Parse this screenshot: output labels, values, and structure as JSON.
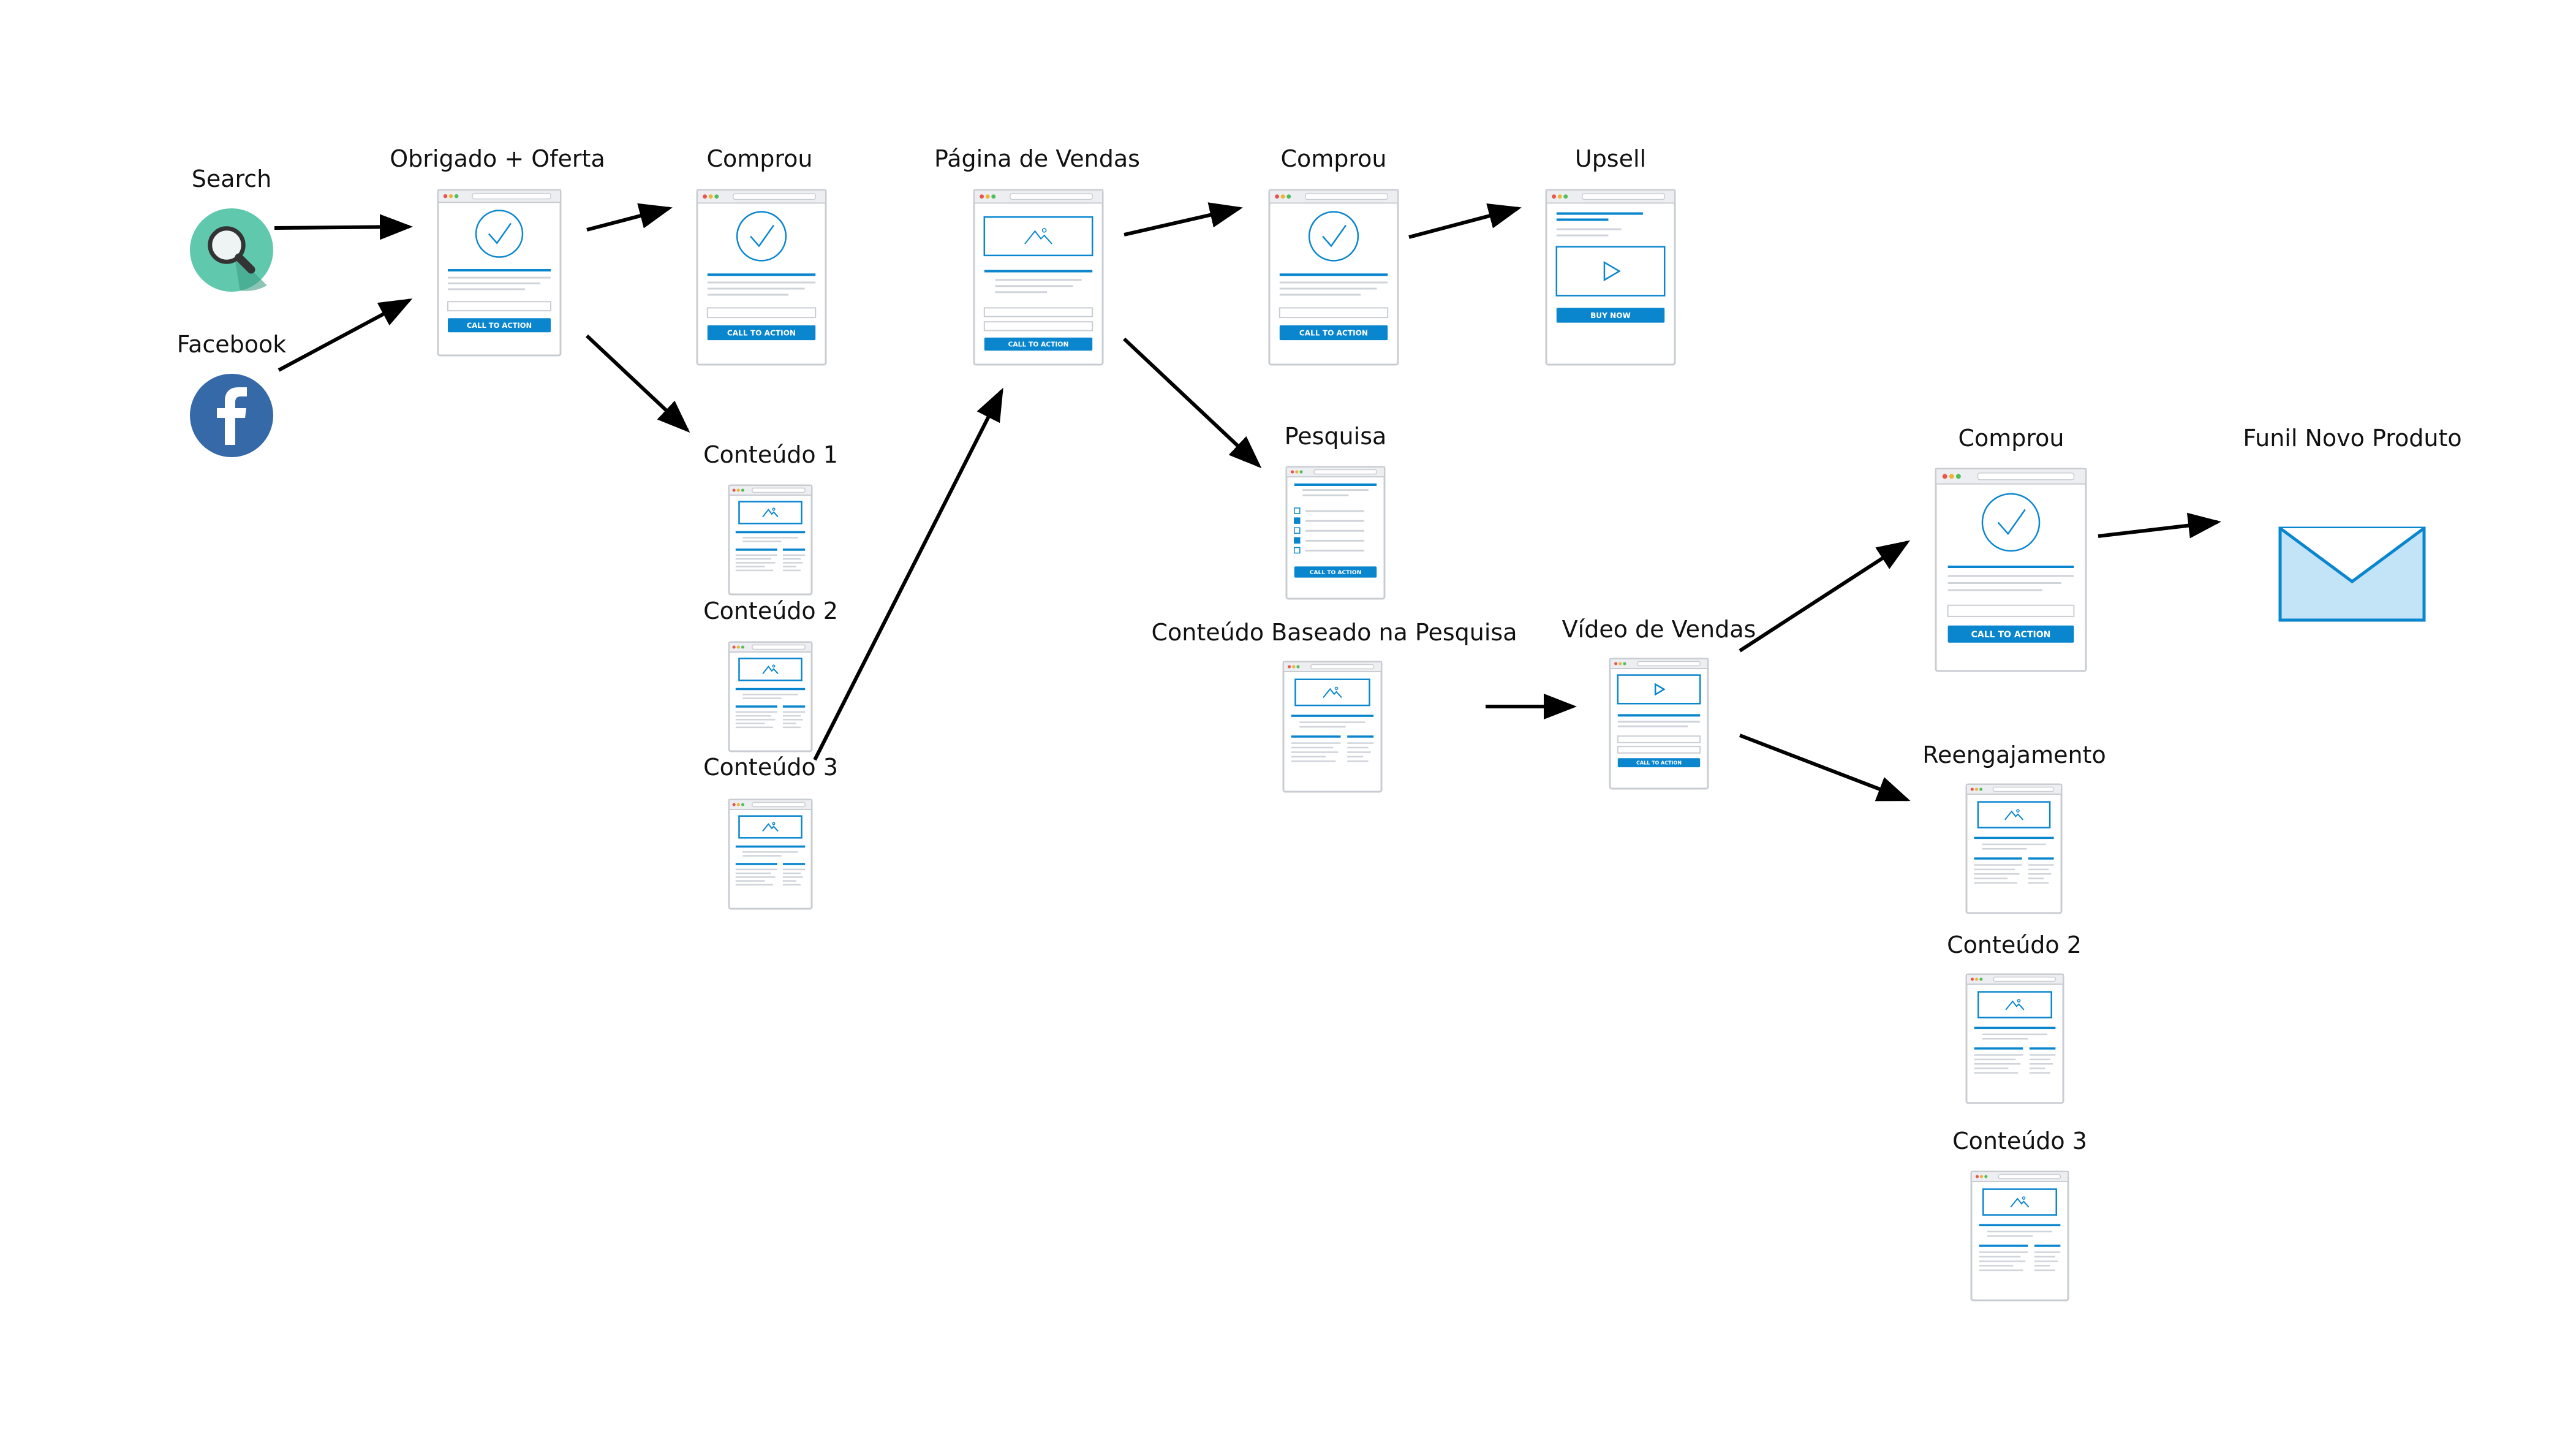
{
  "colors": {
    "accent": "#0a86cf",
    "light": "#cfd4da",
    "frame": "#c9cdd2",
    "arrow": "#000000",
    "search_bg": "#5fc8ad",
    "facebook_bg": "#3569a8",
    "envelope_fill": "#c3e3f6"
  },
  "sources": [
    {
      "id": "search",
      "label": "Search",
      "icon": "magnifier-icon"
    },
    {
      "id": "facebook",
      "label": "Facebook",
      "icon": "facebook-icon"
    }
  ],
  "pages": [
    {
      "id": "obrigado_oferta",
      "label": "Obrigado + Oferta",
      "kind": "thankyou",
      "button": "CALL TO ACTION"
    },
    {
      "id": "comprou_1",
      "label": "Comprou",
      "kind": "thankyou",
      "button": "CALL TO ACTION"
    },
    {
      "id": "conteudo_1",
      "label": "Conteúdo 1",
      "kind": "article"
    },
    {
      "id": "conteudo_2",
      "label": "Conteúdo 2",
      "kind": "article"
    },
    {
      "id": "conteudo_3",
      "label": "Conteúdo 3",
      "kind": "article"
    },
    {
      "id": "pagina_vendas",
      "label": "Página de Vendas",
      "kind": "sales",
      "button": "CALL TO ACTION"
    },
    {
      "id": "comprou_2",
      "label": "Comprou",
      "kind": "thankyou",
      "button": "CALL TO ACTION"
    },
    {
      "id": "upsell",
      "label": "Upsell",
      "kind": "video_buy",
      "button": "BUY NOW"
    },
    {
      "id": "pesquisa",
      "label": "Pesquisa",
      "kind": "survey",
      "button": "CALL TO ACTION"
    },
    {
      "id": "conteudo_pesquisa",
      "label": "Conteúdo Baseado na Pesquisa",
      "kind": "article"
    },
    {
      "id": "video_vendas",
      "label": "Vídeo de Vendas",
      "kind": "video_form",
      "button": "CALL TO ACTION"
    },
    {
      "id": "comprou_3",
      "label": "Comprou",
      "kind": "thankyou",
      "button": "CALL TO ACTION"
    },
    {
      "id": "reengajamento",
      "label": "Reengajamento",
      "kind": "article"
    },
    {
      "id": "conteudo_2b",
      "label": "Conteúdo 2",
      "kind": "article"
    },
    {
      "id": "conteudo_3b",
      "label": "Conteúdo 3",
      "kind": "article"
    }
  ],
  "endpoint": {
    "id": "funil_novo_produto",
    "label": "Funil Novo Produto",
    "icon": "envelope-icon"
  },
  "connections": [
    {
      "from": "search",
      "to": "obrigado_oferta"
    },
    {
      "from": "facebook",
      "to": "obrigado_oferta"
    },
    {
      "from": "obrigado_oferta",
      "to": "comprou_1"
    },
    {
      "from": "obrigado_oferta",
      "to": "conteudo_1"
    },
    {
      "from": "conteudo_3",
      "to": "pagina_vendas"
    },
    {
      "from": "pagina_vendas",
      "to": "comprou_2"
    },
    {
      "from": "comprou_2",
      "to": "upsell"
    },
    {
      "from": "pagina_vendas",
      "to": "pesquisa"
    },
    {
      "from": "conteudo_pesquisa",
      "to": "video_vendas"
    },
    {
      "from": "video_vendas",
      "to": "comprou_3"
    },
    {
      "from": "comprou_3",
      "to": "funil_novo_produto"
    },
    {
      "from": "video_vendas",
      "to": "reengajamento"
    }
  ]
}
